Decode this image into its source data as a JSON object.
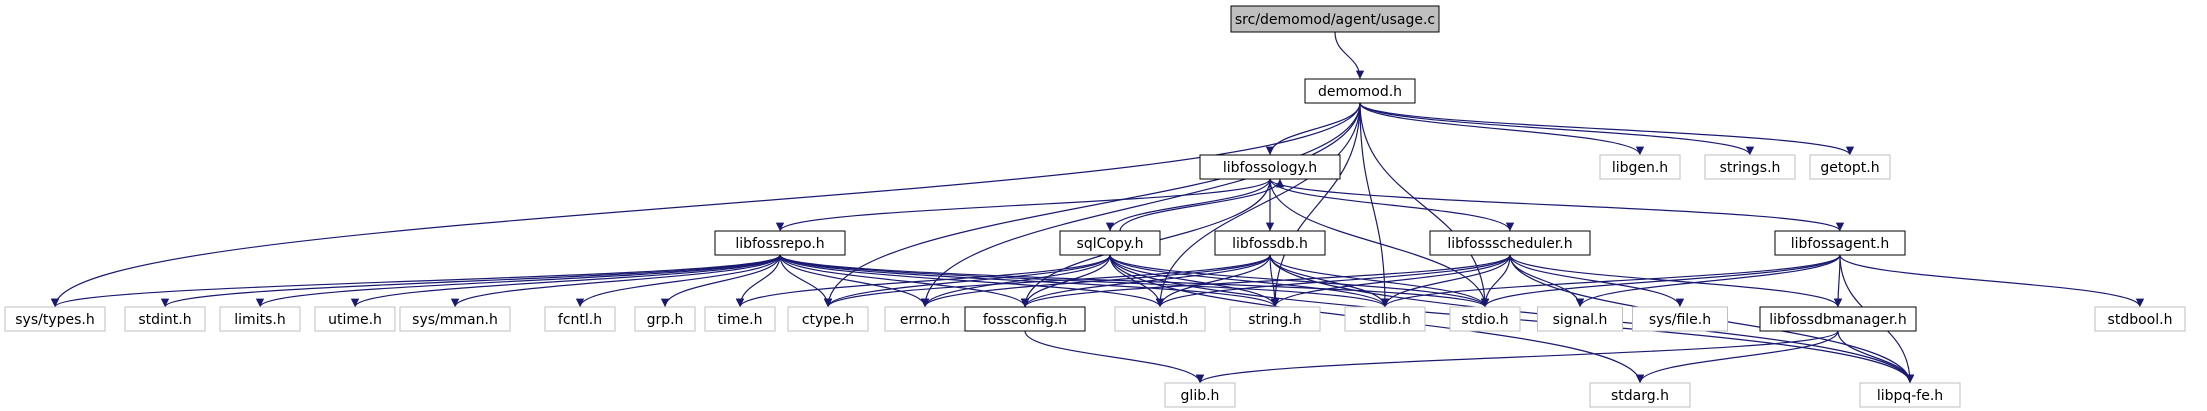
{
  "diagram": {
    "colors": {
      "edge": "#191970",
      "root_fill": "#bfbfbf",
      "sys_border": "#bfbfbf",
      "proj_border": "#000000"
    },
    "nodes": [
      {
        "id": "usage_c",
        "label": "src/demomod/agent/usage.c",
        "kind": "root"
      },
      {
        "id": "demomod_h",
        "label": "demomod.h",
        "kind": "proj"
      },
      {
        "id": "libfossology_h",
        "label": "libfossology.h",
        "kind": "proj"
      },
      {
        "id": "libgen_h",
        "label": "libgen.h",
        "kind": "sys"
      },
      {
        "id": "strings_h",
        "label": "strings.h",
        "kind": "sys"
      },
      {
        "id": "getopt_h",
        "label": "getopt.h",
        "kind": "sys"
      },
      {
        "id": "libfossrepo_h",
        "label": "libfossrepo.h",
        "kind": "proj"
      },
      {
        "id": "sqlcopy_h",
        "label": "sqlCopy.h",
        "kind": "proj"
      },
      {
        "id": "libfossdb_h",
        "label": "libfossdb.h",
        "kind": "proj"
      },
      {
        "id": "libfossscheduler_h",
        "label": "libfossscheduler.h",
        "kind": "proj"
      },
      {
        "id": "libfossagent_h",
        "label": "libfossagent.h",
        "kind": "proj"
      },
      {
        "id": "sys_types_h",
        "label": "sys/types.h",
        "kind": "sys"
      },
      {
        "id": "stdint_h",
        "label": "stdint.h",
        "kind": "sys"
      },
      {
        "id": "limits_h",
        "label": "limits.h",
        "kind": "sys"
      },
      {
        "id": "utime_h",
        "label": "utime.h",
        "kind": "sys"
      },
      {
        "id": "sys_mman_h",
        "label": "sys/mman.h",
        "kind": "sys"
      },
      {
        "id": "fcntl_h",
        "label": "fcntl.h",
        "kind": "sys"
      },
      {
        "id": "grp_h",
        "label": "grp.h",
        "kind": "sys"
      },
      {
        "id": "time_h",
        "label": "time.h",
        "kind": "sys"
      },
      {
        "id": "ctype_h",
        "label": "ctype.h",
        "kind": "sys"
      },
      {
        "id": "errno_h",
        "label": "errno.h",
        "kind": "sys"
      },
      {
        "id": "fossconfig_h",
        "label": "fossconfig.h",
        "kind": "proj"
      },
      {
        "id": "unistd_h",
        "label": "unistd.h",
        "kind": "sys"
      },
      {
        "id": "string_h",
        "label": "string.h",
        "kind": "sys"
      },
      {
        "id": "stdlib_h",
        "label": "stdlib.h",
        "kind": "sys"
      },
      {
        "id": "stdio_h",
        "label": "stdio.h",
        "kind": "sys"
      },
      {
        "id": "signal_h",
        "label": "signal.h",
        "kind": "sys"
      },
      {
        "id": "sys_file_h",
        "label": "sys/file.h",
        "kind": "sys"
      },
      {
        "id": "libfossdbmanager_h",
        "label": "libfossdbmanager.h",
        "kind": "proj"
      },
      {
        "id": "stdbool_h",
        "label": "stdbool.h",
        "kind": "sys"
      },
      {
        "id": "glib_h",
        "label": "glib.h",
        "kind": "sys"
      },
      {
        "id": "stdarg_h",
        "label": "stdarg.h",
        "kind": "sys"
      },
      {
        "id": "libpq_fe_h",
        "label": "libpq-fe.h",
        "kind": "sys"
      }
    ],
    "edges": [
      [
        "usage_c",
        "demomod_h"
      ],
      [
        "demomod_h",
        "libfossology_h"
      ],
      [
        "demomod_h",
        "libgen_h"
      ],
      [
        "demomod_h",
        "strings_h"
      ],
      [
        "demomod_h",
        "getopt_h"
      ],
      [
        "demomod_h",
        "sys_types_h"
      ],
      [
        "demomod_h",
        "ctype_h"
      ],
      [
        "demomod_h",
        "errno_h"
      ],
      [
        "demomod_h",
        "unistd_h"
      ],
      [
        "demomod_h",
        "string_h"
      ],
      [
        "demomod_h",
        "stdlib_h"
      ],
      [
        "demomod_h",
        "stdio_h"
      ],
      [
        "libfossology_h",
        "libfossrepo_h"
      ],
      [
        "libfossology_h",
        "sqlcopy_h"
      ],
      [
        "libfossology_h",
        "libfossdb_h"
      ],
      [
        "libfossology_h",
        "libfossscheduler_h"
      ],
      [
        "libfossology_h",
        "libfossagent_h"
      ],
      [
        "libfossology_h",
        "fossconfig_h"
      ],
      [
        "libfossology_h",
        "stdio_h"
      ],
      [
        "sqlcopy_h",
        "libfossology_h"
      ],
      [
        "libfossrepo_h",
        "sys_types_h"
      ],
      [
        "libfossrepo_h",
        "stdint_h"
      ],
      [
        "libfossrepo_h",
        "limits_h"
      ],
      [
        "libfossrepo_h",
        "utime_h"
      ],
      [
        "libfossrepo_h",
        "sys_mman_h"
      ],
      [
        "libfossrepo_h",
        "fcntl_h"
      ],
      [
        "libfossrepo_h",
        "grp_h"
      ],
      [
        "libfossrepo_h",
        "time_h"
      ],
      [
        "libfossrepo_h",
        "ctype_h"
      ],
      [
        "libfossrepo_h",
        "errno_h"
      ],
      [
        "libfossrepo_h",
        "fossconfig_h"
      ],
      [
        "libfossrepo_h",
        "unistd_h"
      ],
      [
        "libfossrepo_h",
        "string_h"
      ],
      [
        "libfossrepo_h",
        "stdlib_h"
      ],
      [
        "libfossrepo_h",
        "stdio_h"
      ],
      [
        "sqlcopy_h",
        "time_h"
      ],
      [
        "sqlcopy_h",
        "ctype_h"
      ],
      [
        "sqlcopy_h",
        "errno_h"
      ],
      [
        "sqlcopy_h",
        "fossconfig_h"
      ],
      [
        "sqlcopy_h",
        "unistd_h"
      ],
      [
        "sqlcopy_h",
        "string_h"
      ],
      [
        "sqlcopy_h",
        "stdlib_h"
      ],
      [
        "sqlcopy_h",
        "stdio_h"
      ],
      [
        "sqlcopy_h",
        "stdarg_h"
      ],
      [
        "sqlcopy_h",
        "libpq_fe_h"
      ],
      [
        "libfossdb_h",
        "ctype_h"
      ],
      [
        "libfossdb_h",
        "errno_h"
      ],
      [
        "libfossdb_h",
        "fossconfig_h"
      ],
      [
        "libfossdb_h",
        "unistd_h"
      ],
      [
        "libfossdb_h",
        "string_h"
      ],
      [
        "libfossdb_h",
        "stdlib_h"
      ],
      [
        "libfossdb_h",
        "stdio_h"
      ],
      [
        "libfossdb_h",
        "libpq_fe_h"
      ],
      [
        "libfossscheduler_h",
        "fossconfig_h"
      ],
      [
        "libfossscheduler_h",
        "unistd_h"
      ],
      [
        "libfossscheduler_h",
        "string_h"
      ],
      [
        "libfossscheduler_h",
        "stdlib_h"
      ],
      [
        "libfossscheduler_h",
        "stdio_h"
      ],
      [
        "libfossscheduler_h",
        "signal_h"
      ],
      [
        "libfossscheduler_h",
        "sys_file_h"
      ],
      [
        "libfossscheduler_h",
        "libfossdbmanager_h"
      ],
      [
        "libfossscheduler_h",
        "libpq_fe_h"
      ],
      [
        "libfossagent_h",
        "stdlib_h"
      ],
      [
        "libfossagent_h",
        "stdio_h"
      ],
      [
        "libfossagent_h",
        "signal_h"
      ],
      [
        "libfossagent_h",
        "libfossdbmanager_h"
      ],
      [
        "libfossagent_h",
        "stdbool_h"
      ],
      [
        "libfossagent_h",
        "libpq_fe_h"
      ],
      [
        "fossconfig_h",
        "glib_h"
      ],
      [
        "libfossdbmanager_h",
        "glib_h"
      ],
      [
        "libfossdbmanager_h",
        "stdarg_h"
      ],
      [
        "libfossdbmanager_h",
        "libpq_fe_h"
      ]
    ]
  }
}
